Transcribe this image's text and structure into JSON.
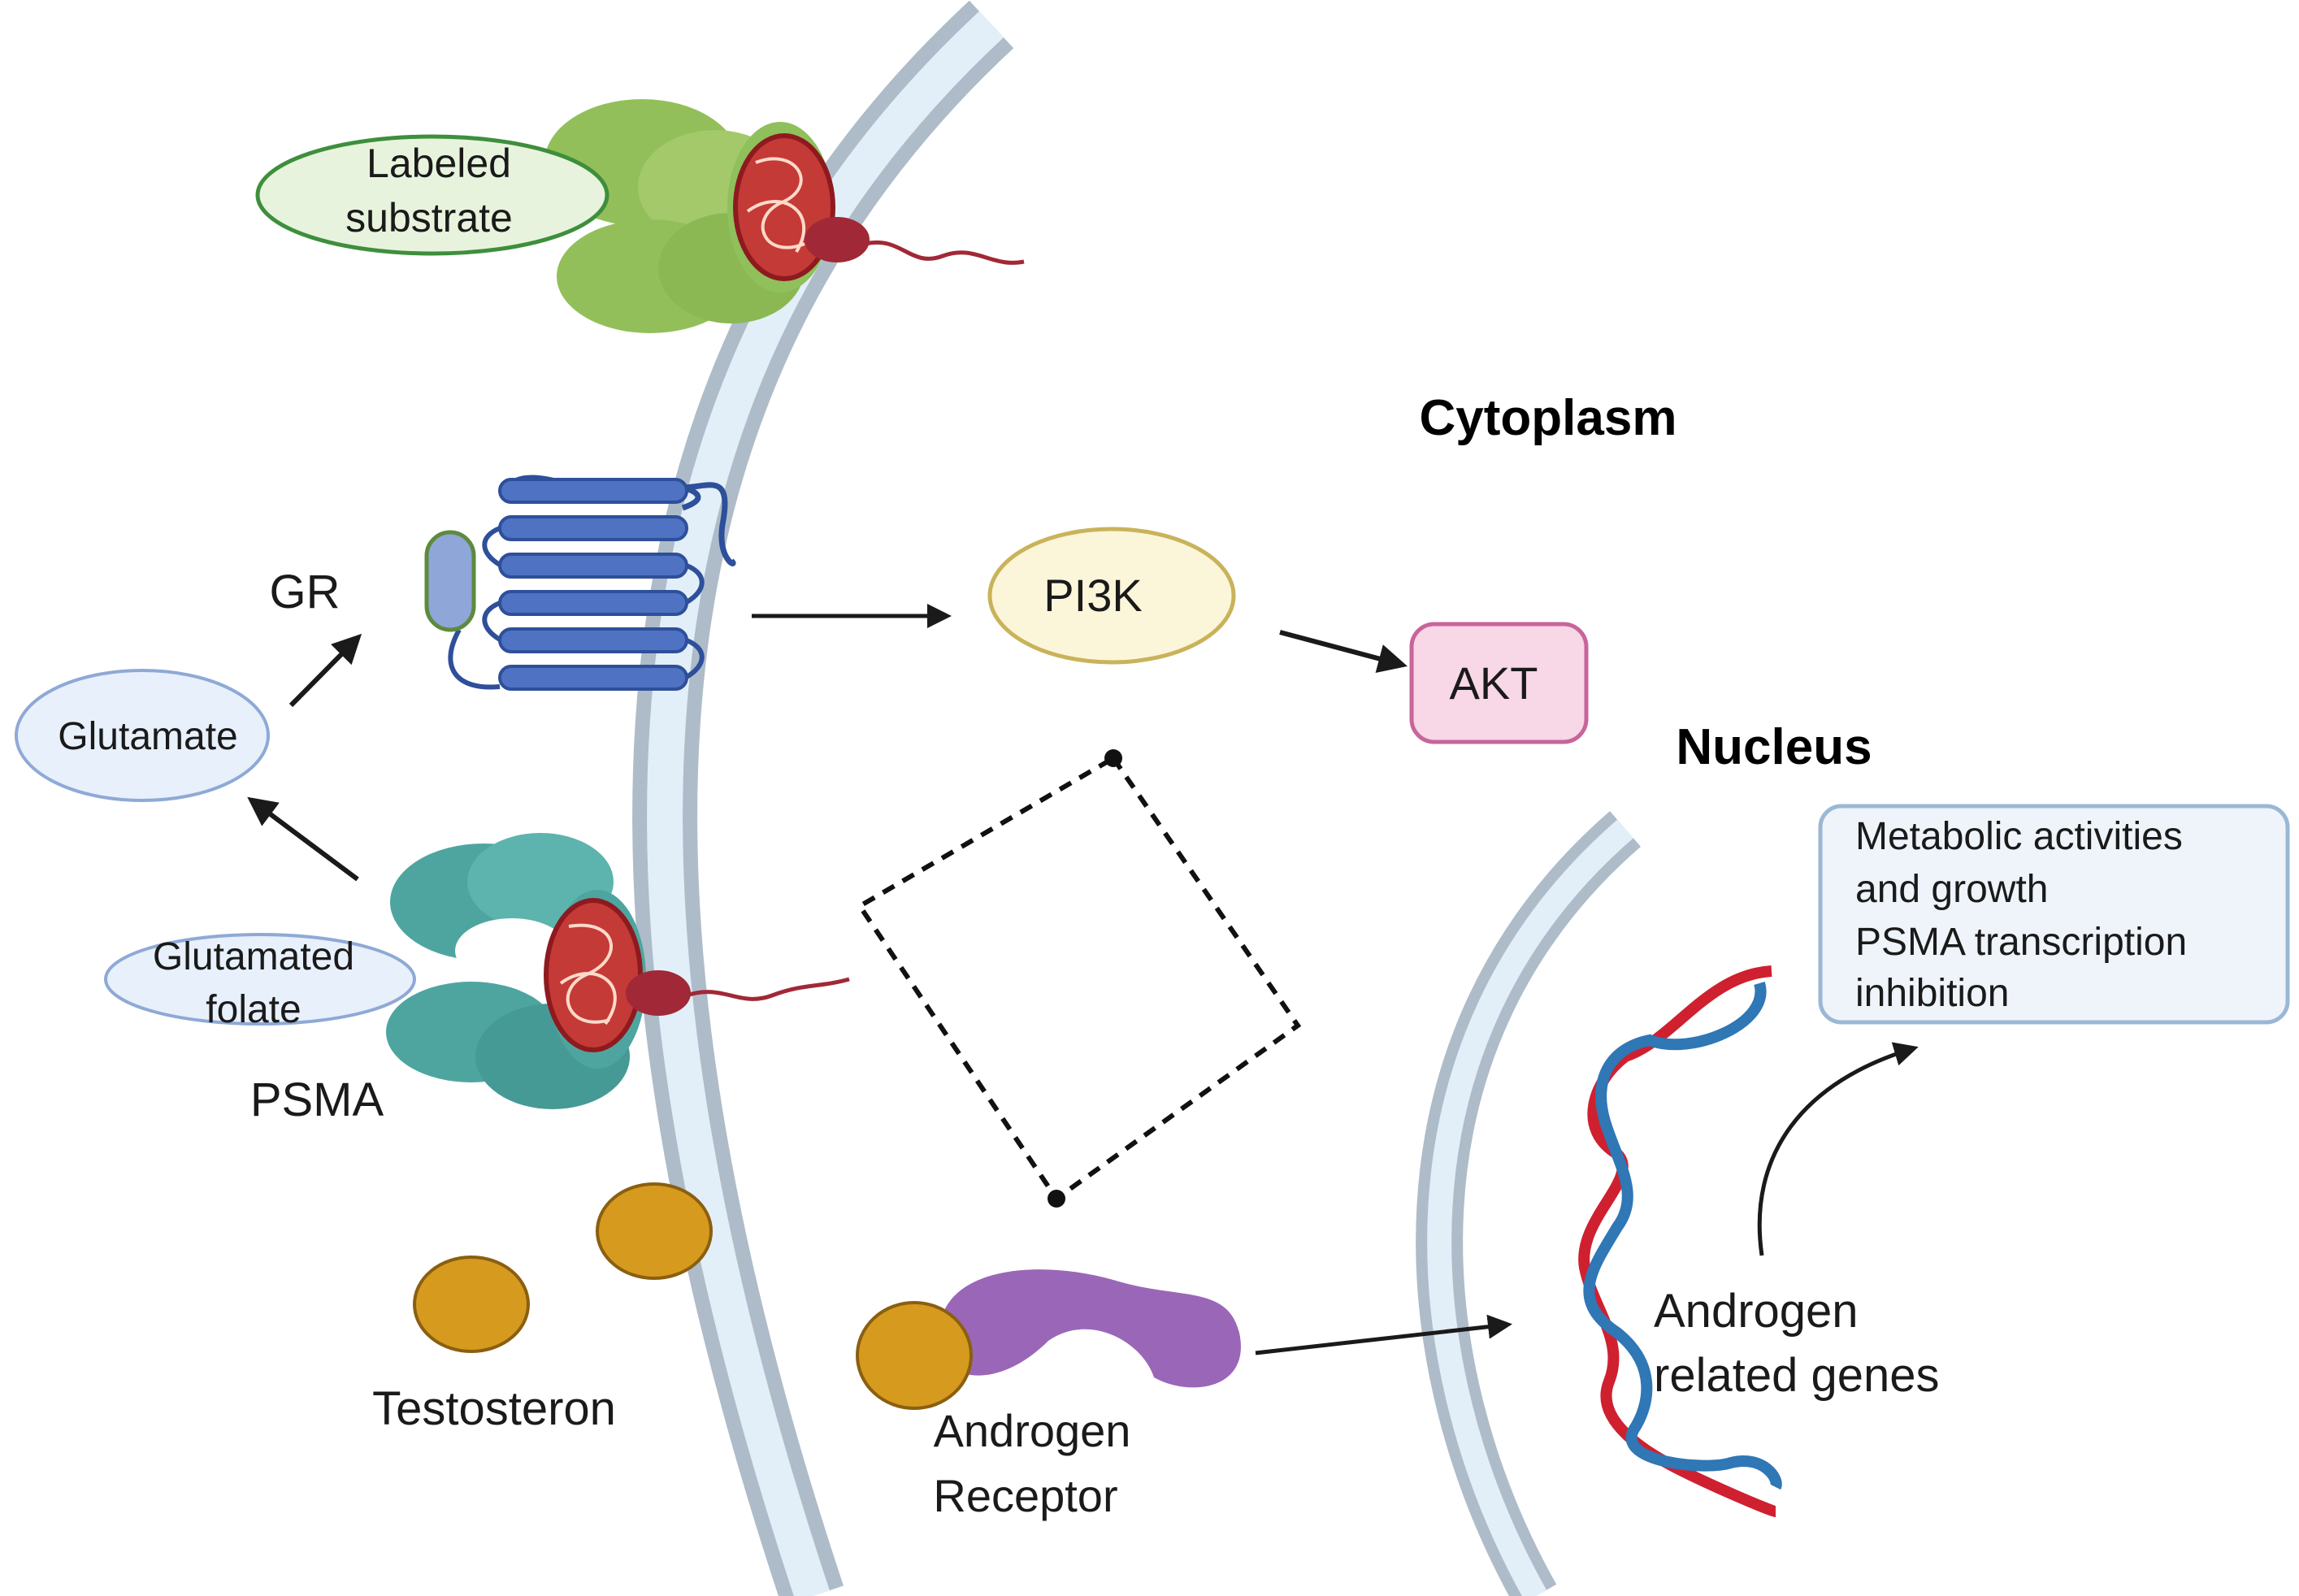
{
  "labels": {
    "labeled_substrate": [
      "Labeled",
      "substrate"
    ],
    "cytoplasm": "Cytoplasm",
    "gr": "GR",
    "glutamate": "Glutamate",
    "pi3k": "PI3K",
    "akt": "AKT",
    "nucleus": "Nucleus",
    "metabolic_box": [
      "Metabolic activities",
      "and growth",
      "PSMA transcription",
      "inhibition"
    ],
    "glutamated_folate": [
      "Glutamated",
      "folate"
    ],
    "psma": "PSMA",
    "testosteron": "Testosteron",
    "androgen_receptor": [
      "Androgen",
      "Receptor"
    ],
    "androgen_genes": [
      "Androgen",
      "related genes"
    ]
  },
  "colors": {
    "membrane_outer": "#aebcc9",
    "membrane_inner": "#e2eff8",
    "substrate_protein": "#93bf5a",
    "psma_protein": "#4ea5a0",
    "anchor_red": "#a12836",
    "receptor_blue": "#4f73c2",
    "pi3k_fill": "#fbf6da",
    "pi3k_stroke": "#c9b35a",
    "akt_fill": "#f8d7e6",
    "akt_stroke": "#c8659a",
    "testosterone": "#d69a1e",
    "androgen_receptor": "#9a67b8",
    "dna_red": "#cf2030",
    "dna_blue": "#2f77b5",
    "box_fill": "#eef4fa",
    "box_stroke": "#9bb7d6"
  }
}
